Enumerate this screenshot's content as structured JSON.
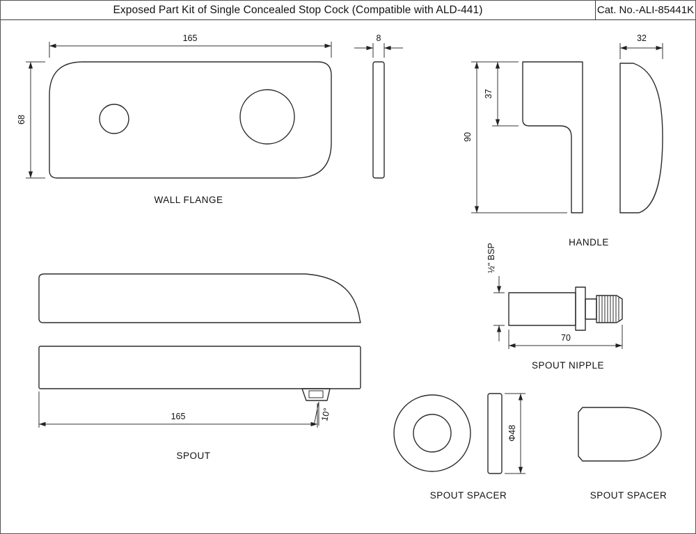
{
  "header": {
    "title": "Exposed Part Kit of Single Concealed Stop Cock (Compatible with ALD-441)",
    "catalog_no": "Cat. No.-ALI-85441K"
  },
  "parts": {
    "wall_flange": {
      "label": "WALL FLANGE",
      "width": "165",
      "height": "68",
      "thickness": "8"
    },
    "handle": {
      "label": "HANDLE",
      "top_height": "37",
      "total_height": "90",
      "side_width": "32"
    },
    "spout": {
      "label": "SPOUT",
      "length": "165",
      "tilt_angle": "10°"
    },
    "spout_nipple": {
      "label": "SPOUT NIPPLE",
      "thread": "½\" BSP",
      "length": "70"
    },
    "spout_spacer_disc": {
      "label": "SPOUT SPACER",
      "diameter": "Φ48"
    },
    "spout_spacer_block": {
      "label": "SPOUT SPACER"
    }
  }
}
